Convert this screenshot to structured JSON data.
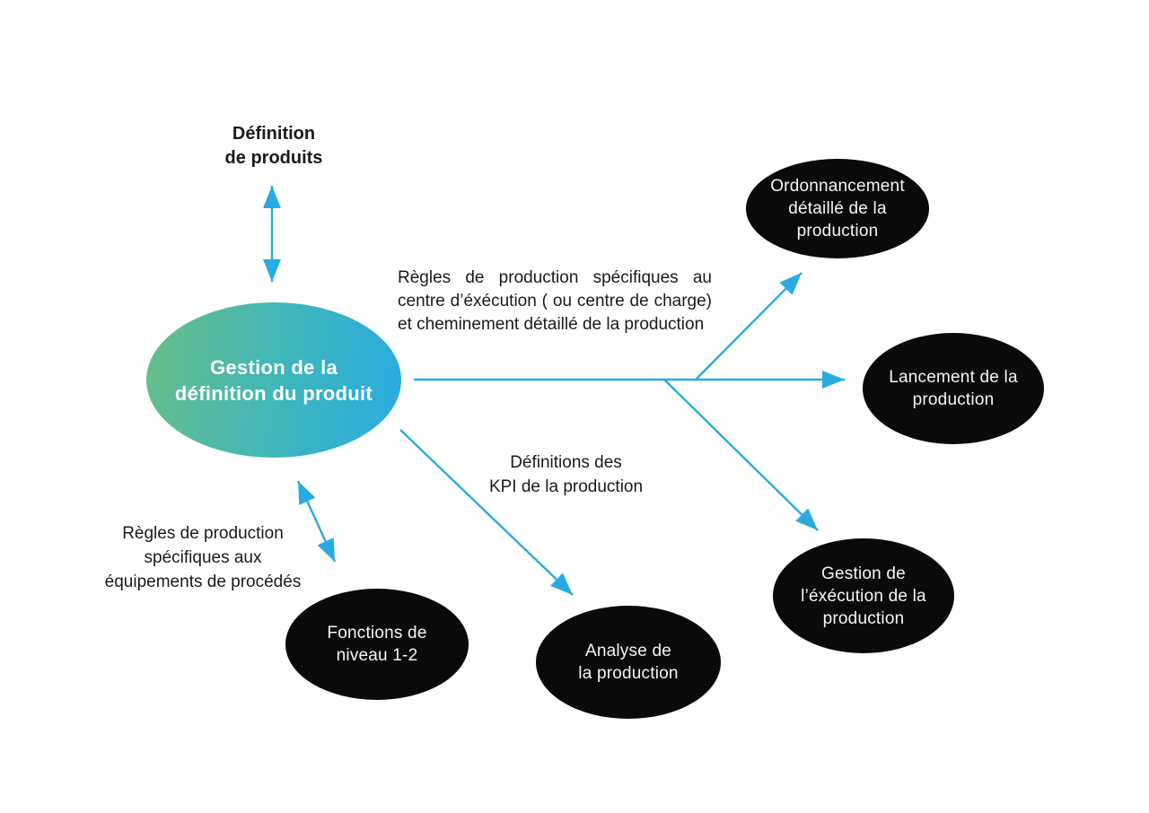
{
  "diagram": {
    "central_node": {
      "label": "Gestion de la\ndéfinition du produit",
      "gradient_start": "#68BE8A",
      "gradient_end": "#29ABE2"
    },
    "nodes": [
      {
        "id": "ordonnancement",
        "label": "Ordonnancement\ndétaillé de la\nproduction"
      },
      {
        "id": "lancement",
        "label": "Lancement de la\nproduction"
      },
      {
        "id": "gestion-execution",
        "label": "Gestion de\nl’éxécution de la\nproduction"
      },
      {
        "id": "analyse",
        "label": "Analyse de\nla production"
      },
      {
        "id": "fonctions-niveau",
        "label": "Fonctions de\nniveau 1-2"
      }
    ],
    "labels": {
      "definition_produits": "Définition\nde produits",
      "regles_centre": "Règles de production spécifiques au centre d’éxécution ( ou centre de charge) et cheminement détaillé de la production",
      "kpi": "Définitions des\nKPI de la production",
      "regles_equipements": "Règles de production\nspécifiques aux\néquipements de procédés"
    },
    "colors": {
      "arrow": "#29ABE2",
      "node_fill": "#0a0a0a",
      "node_text": "#ffffff",
      "label_text": "#1a1a1a"
    }
  }
}
